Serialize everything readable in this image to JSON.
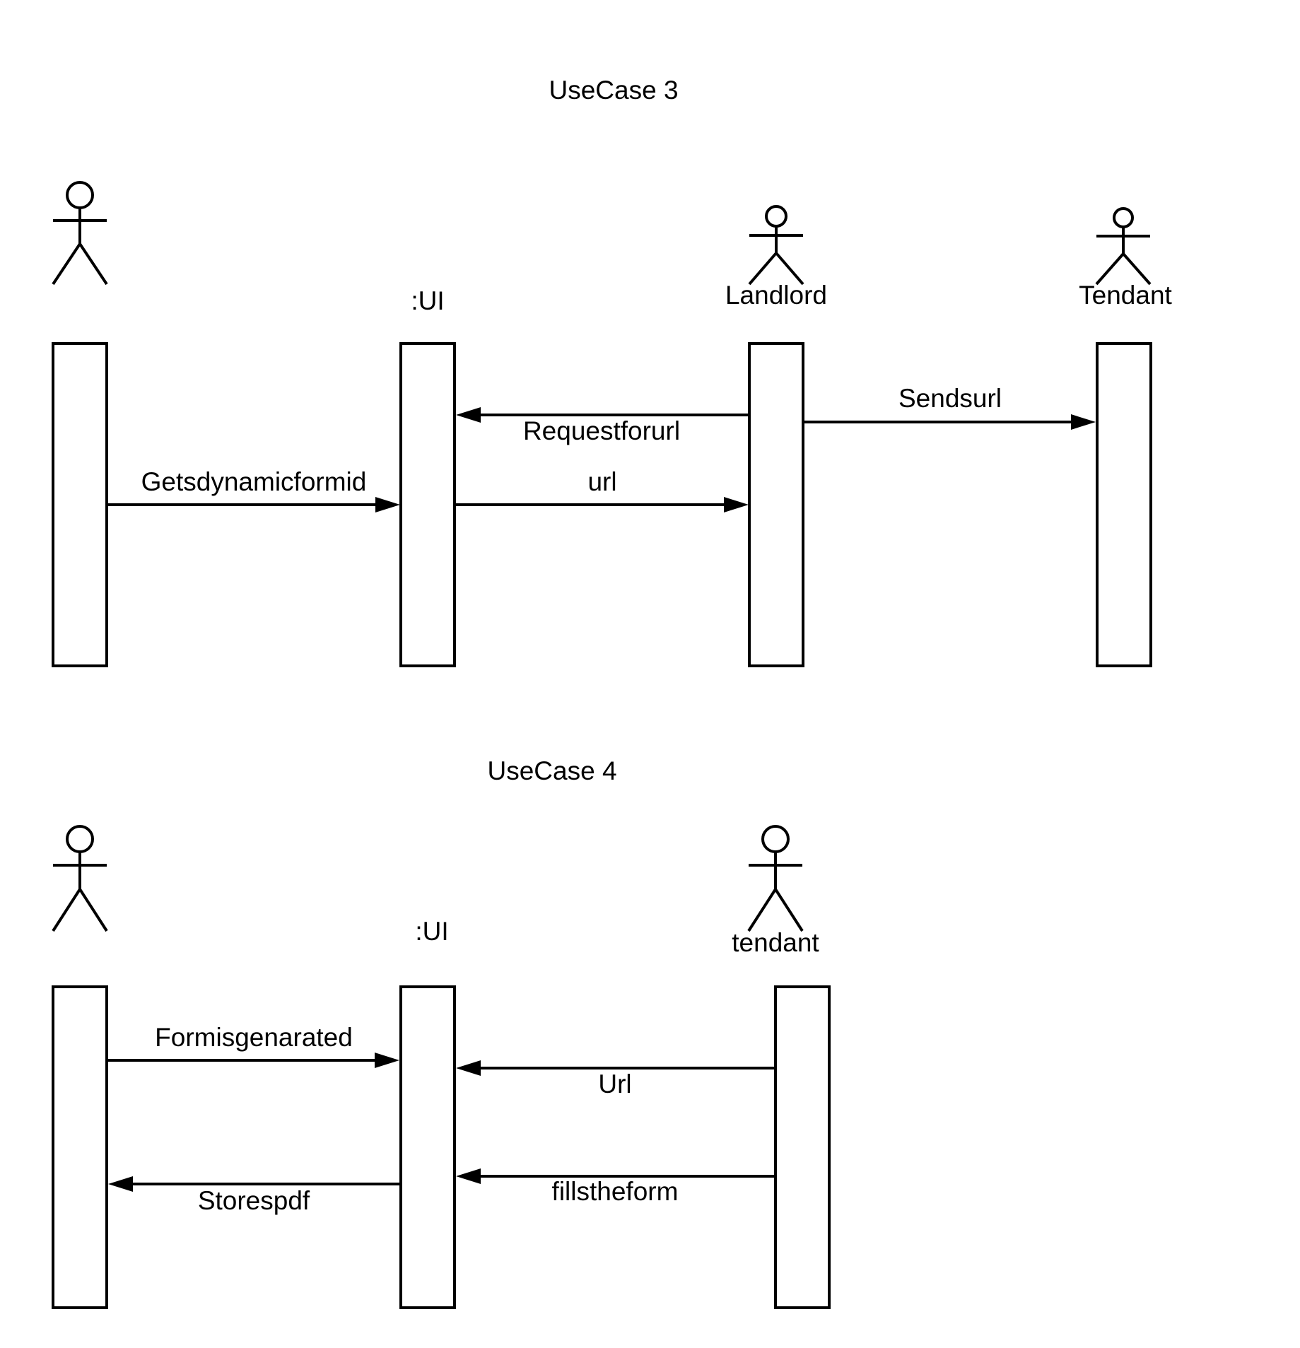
{
  "diagrams": {
    "usecase3": {
      "title": "UseCase 3",
      "participants": {
        "ui": ":UI",
        "landlord": "Landlord",
        "tendant": "Tendant"
      },
      "messages": {
        "getsdynamicformid": "Getsdynamicformid",
        "requestforurl": "Requestforurl",
        "url": "url",
        "sendsurl": "Sendsurl"
      }
    },
    "usecase4": {
      "title": "UseCase 4",
      "participants": {
        "ui": ":UI",
        "tendant": "tendant"
      },
      "messages": {
        "formisgenarated": "Formisgenarated",
        "url": "Url",
        "storespdf": "Storespdf",
        "fillstheform": "fillstheform"
      }
    }
  }
}
